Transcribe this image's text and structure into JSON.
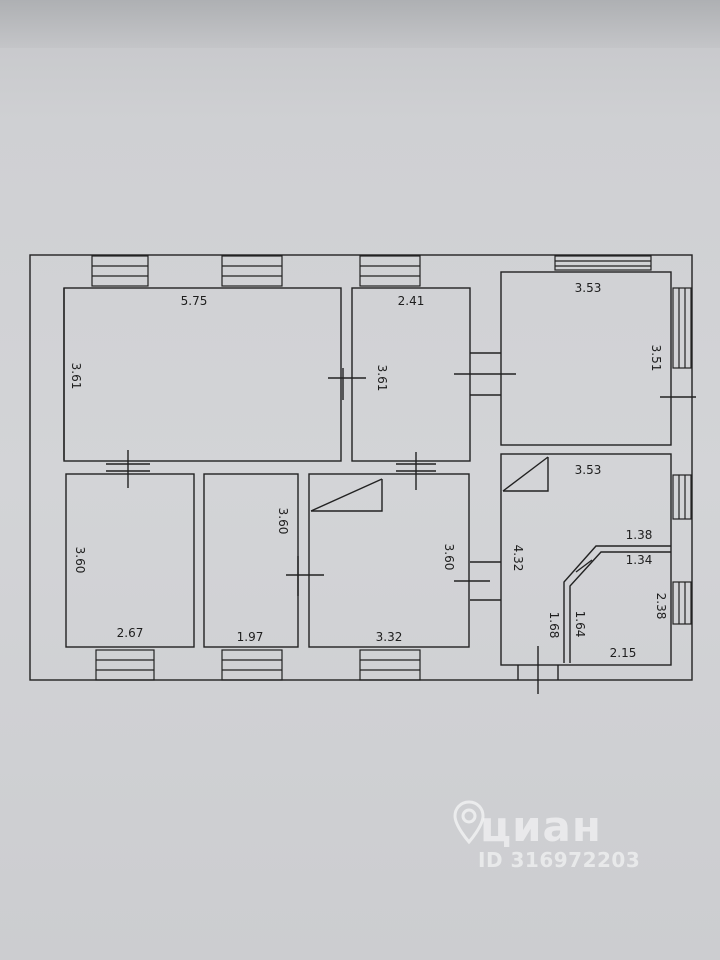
{
  "plan": {
    "dimensions": {
      "room1_width": "5.75",
      "room1_height": "3.61",
      "room2_width": "2.41",
      "room2_height": "3.61",
      "room3_width": "3.53",
      "room3_height": "3.51",
      "room4_height": "3.60",
      "room4_width": "2.67",
      "room5_height": "3.60",
      "room5_width": "1.97",
      "room6_height": "3.60",
      "room6_width": "3.32",
      "room7_width": "3.53",
      "room7_height": "4.32",
      "bath_top": "1.38",
      "bath_inner_top": "1.34",
      "bath_outer_side": "1.68",
      "bath_inner_side": "1.64",
      "bath_right": "2.38",
      "bath_bottom": "2.15"
    }
  },
  "watermark": {
    "brand": "циан",
    "id_text": "ID 316972203"
  }
}
